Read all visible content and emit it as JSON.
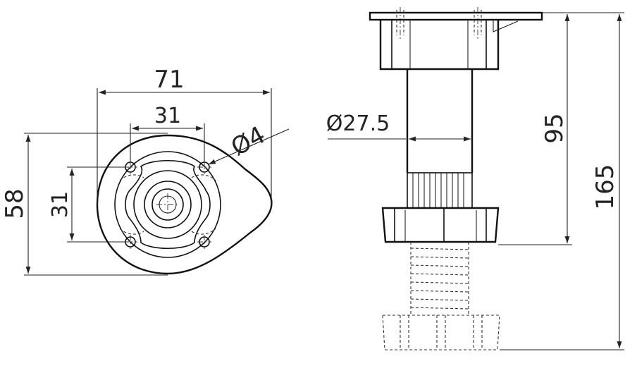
{
  "dimensions": {
    "width_total": "71",
    "hole_spacing_x": "31",
    "hole_diameter": "Ø4",
    "height_total_plate": "58",
    "hole_spacing_y": "31",
    "tube_diameter": "Ø27.5",
    "min_height": "95",
    "max_height": "165"
  }
}
